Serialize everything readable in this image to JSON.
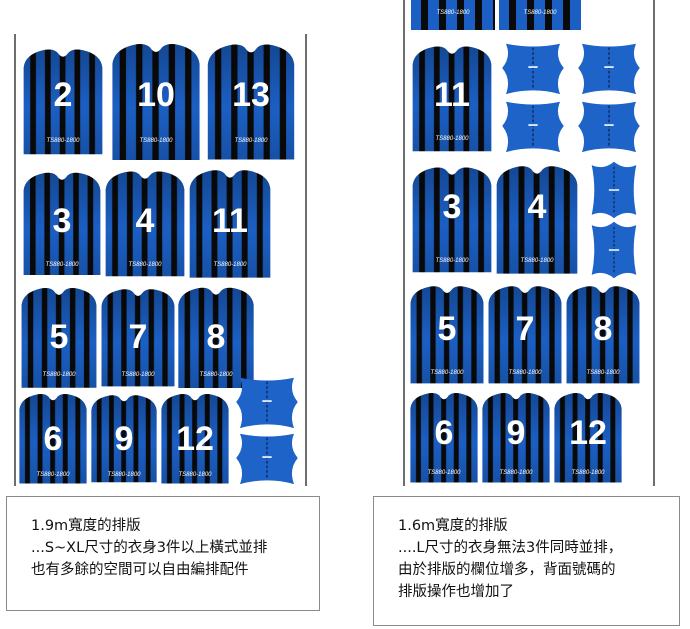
{
  "left_layout": {
    "jersey_numbers": [
      "2",
      "10",
      "13",
      "3",
      "4",
      "11",
      "5",
      "7",
      "8",
      "6",
      "9",
      "12"
    ],
    "caption": {
      "title": "1.9m寬度的排版",
      "line1": "...S~XL尺寸的衣身3件以上橫式並排",
      "line2": "也有多餘的空間可以自由編排配件"
    }
  },
  "right_layout": {
    "jersey_numbers": [
      "11",
      "3",
      "4",
      "5",
      "7",
      "8",
      "6",
      "9",
      "12"
    ],
    "caption": {
      "title": "1.6m寬度的排版",
      "line1": "....L尺寸的衣身無法3件同時並排，",
      "line2": "由於排版的欄位增多，背面號碼的",
      "line3": "排版操作也增加了"
    }
  },
  "brand_text": "TS880-1800",
  "colors": {
    "stripe_blue": "#1b5fc4",
    "stripe_black": "#0a0a0a",
    "sleeve_blue": "#1e64c8",
    "frame": "#6e6e6e"
  }
}
